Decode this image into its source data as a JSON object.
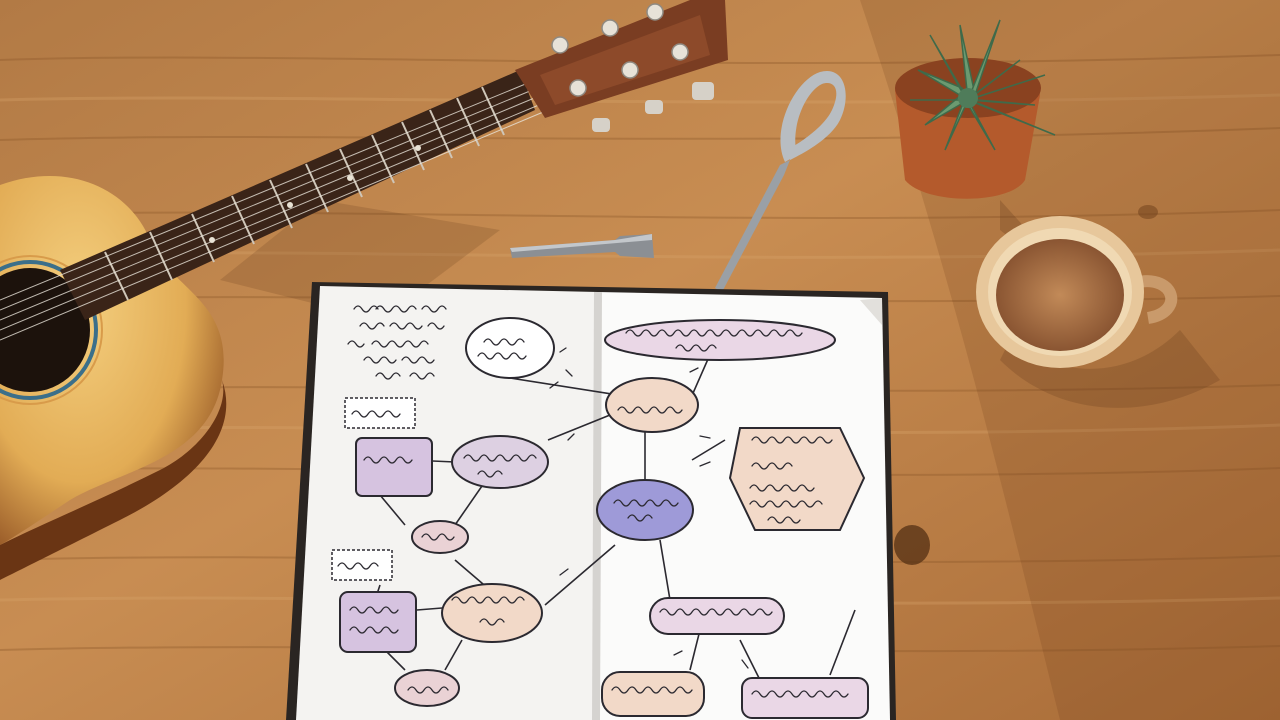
{
  "scene": {
    "description_tags": [
      "wooden-desk",
      "acoustic-guitar",
      "capo",
      "allen-key",
      "succulent-pot",
      "coffee-mug",
      "open-notebook",
      "hand-drawn-mind-map"
    ],
    "colors": {
      "wood_light": "#c98d4f",
      "wood_mid": "#b47a42",
      "wood_dark": "#7d4b23",
      "guitar_body": "#e8b65d",
      "fretboard": "#3a2418",
      "paper": "#f7f6f3",
      "ink": "#2b2930",
      "node_pink": "#ead7e6",
      "node_purple": "#9e9ad8",
      "node_peach": "#f2d9c8",
      "node_lavender": "#d6c3e0",
      "mug": "#e7c79b",
      "coffee": "#b27a4c",
      "pot": "#b45a2c",
      "succulent": "#6b9a70"
    }
  }
}
